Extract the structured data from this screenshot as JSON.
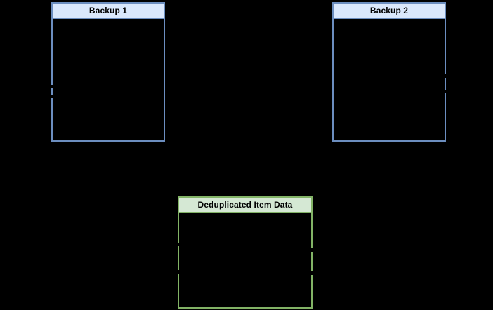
{
  "diagram": {
    "background_color": "#000000",
    "nodes": [
      {
        "label": "Backup 1",
        "fill_color": "#dae8fc",
        "border_color": "#6c8ebf",
        "body_content": ""
      },
      {
        "label": "Backup 2",
        "fill_color": "#dae8fc",
        "border_color": "#6c8ebf",
        "body_content": ""
      },
      {
        "label": "Deduplicated Item Data",
        "fill_color": "#d5e8d4",
        "border_color": "#82b366",
        "body_content": ""
      }
    ]
  }
}
